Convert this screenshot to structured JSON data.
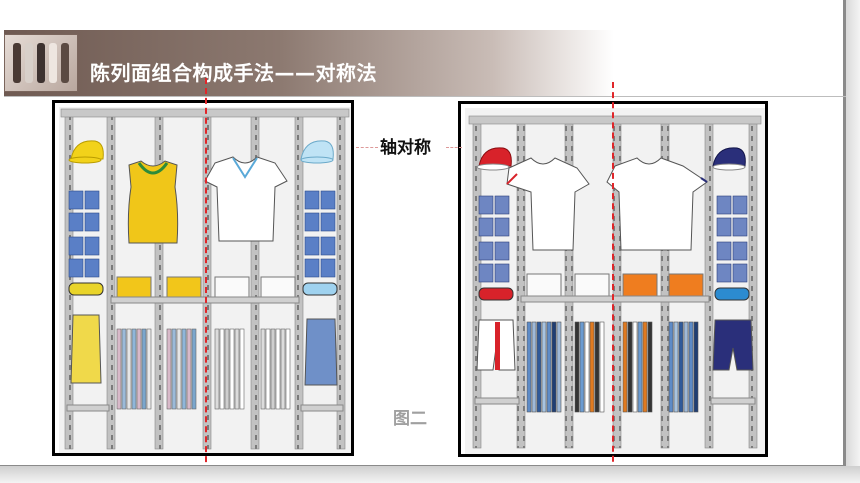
{
  "slide": {
    "title": "陈列面组合构成手法——对称法",
    "axis_label": "轴对称",
    "figure_label": "图二"
  },
  "colors": {
    "header_dark": "#6f5a52",
    "axis_red": "#e0262a",
    "frame": "#000000",
    "rack_gray": "#b8b8b8"
  },
  "displays": [
    {
      "name": "left-display-wall",
      "shirt_left": "yellow-tank-top",
      "shirt_right": "white-v-neck-tee",
      "caps": [
        "yellow-cap",
        "blue-cap"
      ]
    },
    {
      "name": "right-display-wall",
      "shirt_left": "white-tee",
      "shirt_right": "white-tee",
      "caps": [
        "red-cap",
        "navy-cap"
      ]
    }
  ]
}
